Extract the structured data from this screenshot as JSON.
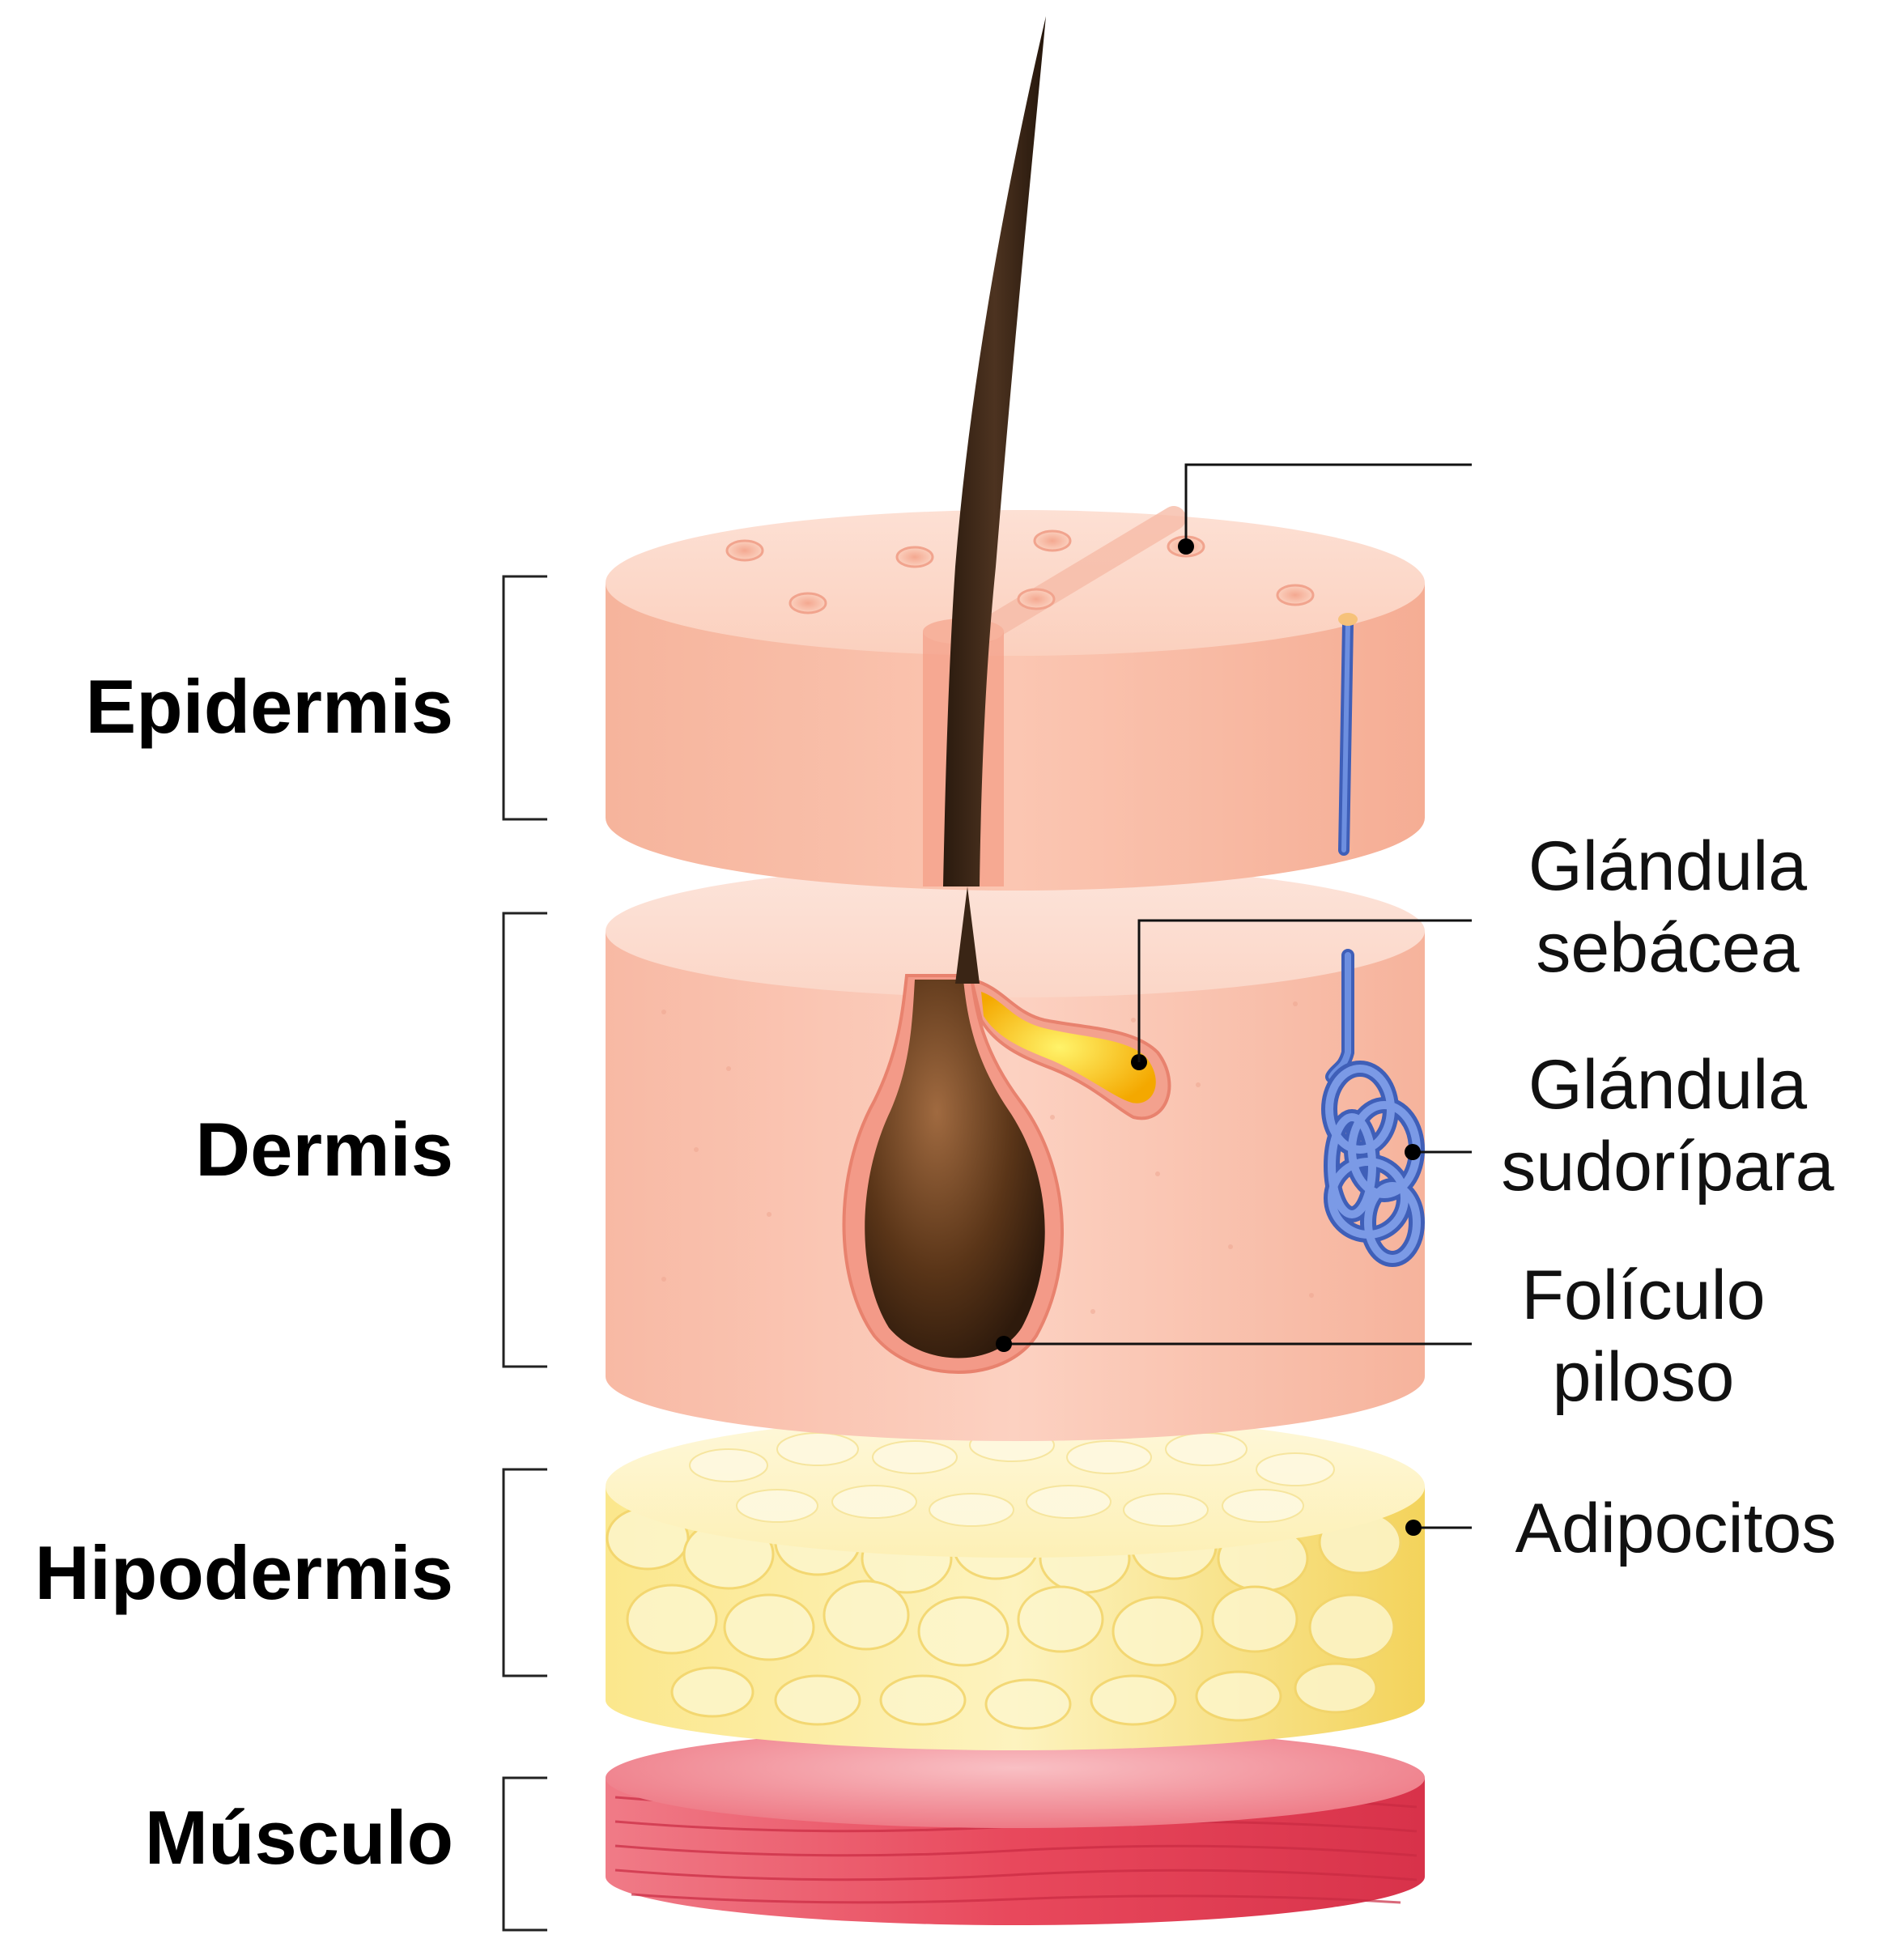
{
  "layers": {
    "epidermis": "Epidermis",
    "dermis": "Dermis",
    "hipodermis": "Hipodermis",
    "musculo": "Músculo"
  },
  "callouts": {
    "pore": "",
    "sebaceous_line1": "Glándula",
    "sebaceous_line2": "sebácea",
    "sweat_line1": "Glándula",
    "sweat_line2": "sudorípara",
    "follicle_line1": "Folículo",
    "follicle_line2": "piloso",
    "adipocytes": "Adipocitos"
  },
  "colors": {
    "epidermis": "#f8b8a0",
    "dermis": "#f9c1ae",
    "hypodermis": "#f7e07a",
    "muscle": "#e8485c",
    "hair": "#3a2515",
    "sweat_gland": "#5a7ed0",
    "sebum": "#f5b800"
  }
}
